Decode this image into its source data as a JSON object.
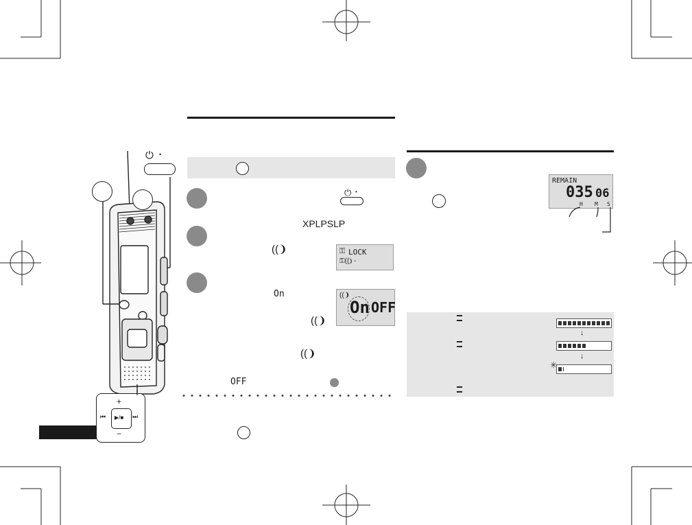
{
  "power_symbol": "⏻",
  "power_dot": "•",
  "section_left": {
    "step2_label": "XPLPSLP",
    "step3_lcd_on": "On",
    "step3_lcd_off": "OFF",
    "lcd_lock": "LOCK",
    "off_label": "OFF",
    "on_label": "On"
  },
  "section_right": {
    "remain": {
      "label": "REMAIN",
      "digits": "035",
      "seconds": "06",
      "units": [
        "H",
        "M",
        "S"
      ]
    },
    "battery_levels": [
      1.0,
      0.55,
      0.1
    ]
  },
  "nav_pad": {
    "plus": "+",
    "minus": "−",
    "prev": "⏮",
    "next": "⏭",
    "play": "▶/■"
  },
  "colors": {
    "band": "#e6e6e6",
    "step_badge": "#8a8a8a",
    "tab": "#1a1a1a"
  }
}
